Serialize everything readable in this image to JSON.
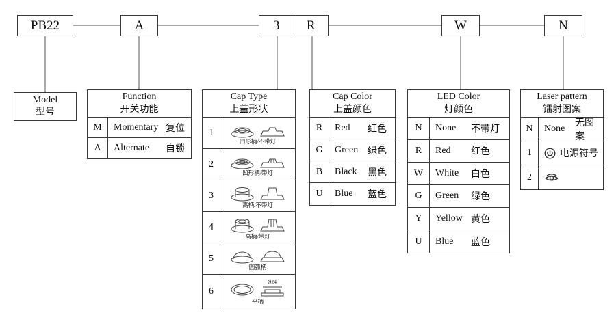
{
  "top_codes": {
    "model": "PB22",
    "function": "A",
    "cap_type": "3",
    "cap_color": "R",
    "led_color": "W",
    "laser": "N"
  },
  "model_table": {
    "en": "Model",
    "zh": "型号"
  },
  "function_table": {
    "en": "Function",
    "zh": "开关功能",
    "rows": [
      {
        "code": "M",
        "en": "Momentary",
        "zh": "复位"
      },
      {
        "code": "A",
        "en": "Alternate",
        "zh": "自锁"
      }
    ]
  },
  "cap_type_table": {
    "en": "Cap Type",
    "zh": "上盖形状",
    "rows": [
      {
        "code": "1",
        "caption": "凹形柄/不带灯"
      },
      {
        "code": "2",
        "caption": "凹形柄/带灯"
      },
      {
        "code": "3",
        "caption": "高柄/不带灯"
      },
      {
        "code": "4",
        "caption": "高柄/带灯"
      },
      {
        "code": "5",
        "caption": "圆弧柄"
      },
      {
        "code": "6",
        "caption": "平柄",
        "dim": "Ø24"
      }
    ]
  },
  "cap_color_table": {
    "en": "Cap Color",
    "zh": "上盖颜色",
    "rows": [
      {
        "code": "R",
        "en": "Red",
        "zh": "红色"
      },
      {
        "code": "G",
        "en": "Green",
        "zh": "绿色"
      },
      {
        "code": "B",
        "en": "Black",
        "zh": "黑色"
      },
      {
        "code": "U",
        "en": "Blue",
        "zh": "蓝色"
      }
    ]
  },
  "led_color_table": {
    "en": "LED Color",
    "zh": "灯颜色",
    "rows": [
      {
        "code": "N",
        "en": "None",
        "zh": "不带灯"
      },
      {
        "code": "R",
        "en": "Red",
        "zh": "红色"
      },
      {
        "code": "W",
        "en": "White",
        "zh": "白色"
      },
      {
        "code": "G",
        "en": "Green",
        "zh": "绿色"
      },
      {
        "code": "Y",
        "en": "Yellow",
        "zh": "黄色"
      },
      {
        "code": "U",
        "en": "Blue",
        "zh": "蓝色"
      }
    ]
  },
  "laser_table": {
    "en": "Laser pattern",
    "zh": "镭射图案",
    "rows": [
      {
        "code": "N",
        "en": "None",
        "zh": "无图案"
      },
      {
        "code": "1",
        "zh": "电源符号"
      },
      {
        "code": "2",
        "zh": ""
      }
    ]
  }
}
